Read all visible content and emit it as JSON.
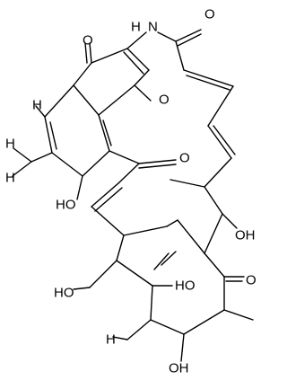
{
  "atom_labels": {
    "nh": "N",
    "h_of_nh": "H",
    "o_lactam": "O",
    "o_quinone_top": "O",
    "o_aldehyde": "O",
    "o_ketone_mid": "O",
    "h_ring": "H",
    "h_methyl_a": "H",
    "h_methyl_b": "H",
    "ho_phenol": "HO",
    "oh_right": "OH",
    "ho_left": "HO",
    "ho_mid": "HO",
    "o_ketone_low": "O",
    "h_methyl_c": "H",
    "oh_bottom": "OH"
  }
}
